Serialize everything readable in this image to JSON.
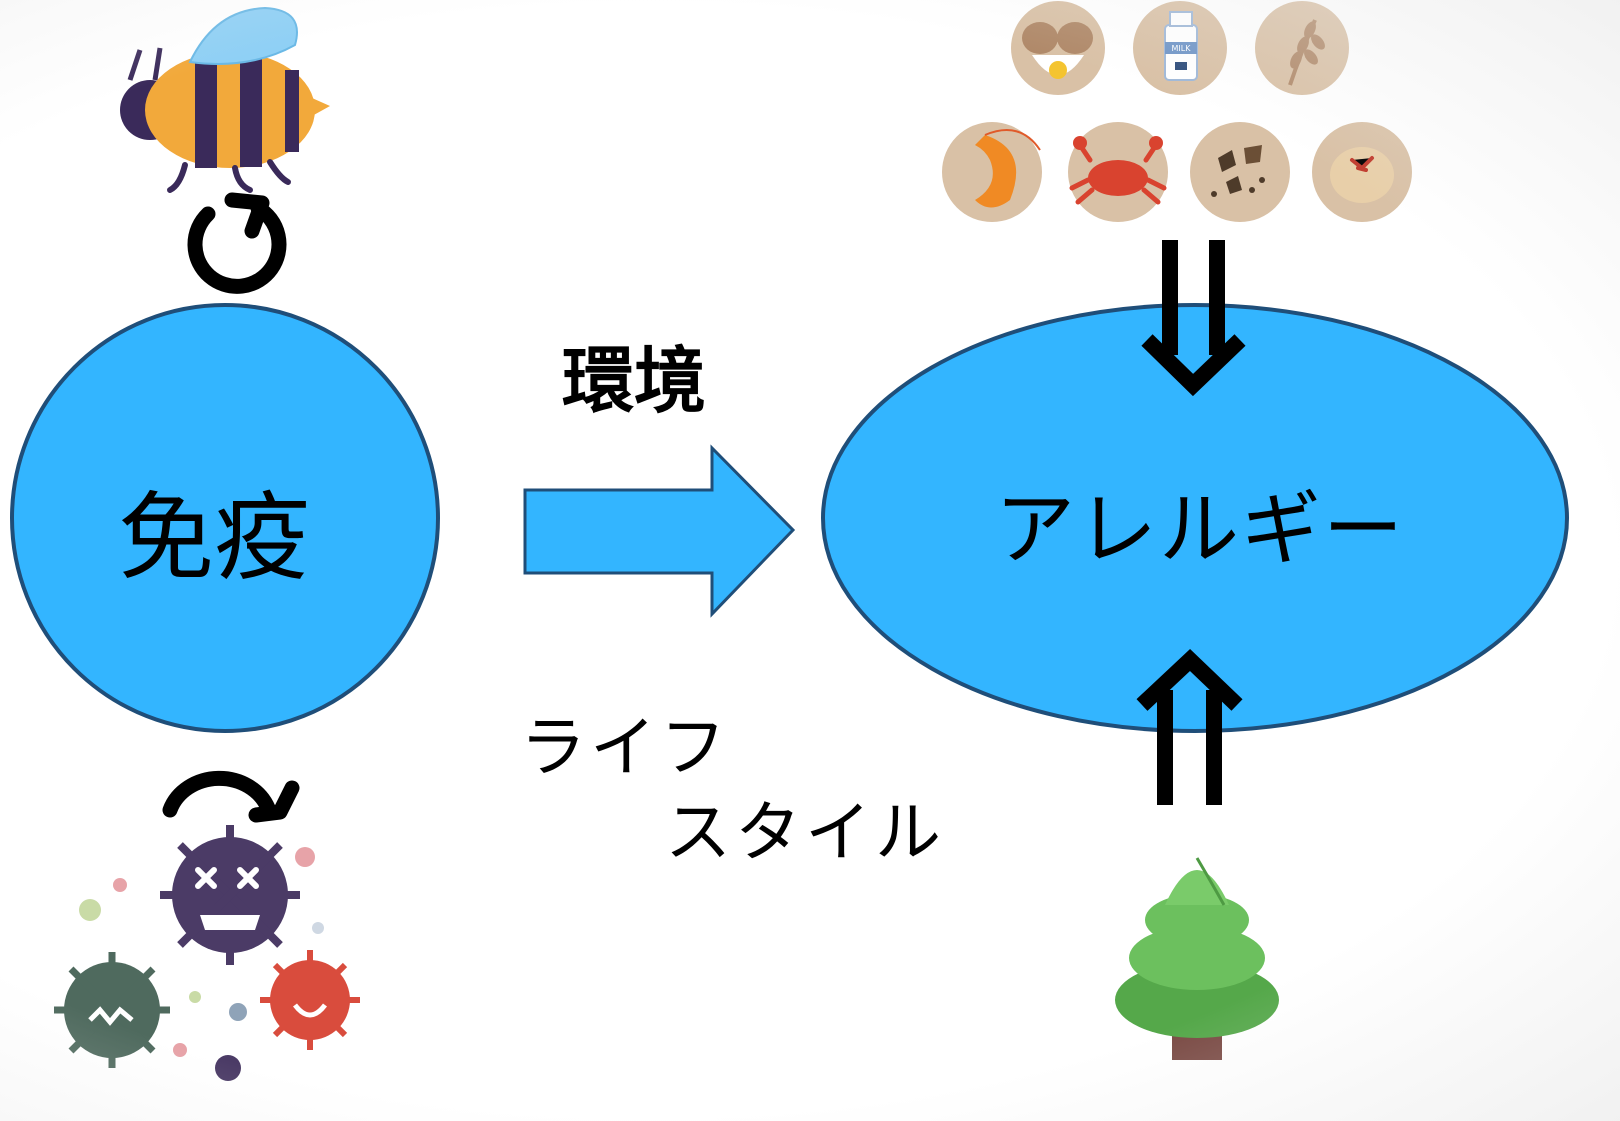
{
  "nodes": {
    "immune": {
      "label": "免疫"
    },
    "allergy": {
      "label": "アレルギー"
    }
  },
  "arrow_labels": {
    "environment": "環境",
    "lifestyle_line1": "ライフ",
    "lifestyle_line2": "スタイル"
  },
  "food_allergens": {
    "milk_carton_text": "MILK",
    "icons": [
      "egg-icon",
      "milk-icon",
      "wheat-icon",
      "shrimp-icon",
      "crab-icon",
      "buckwheat-icon",
      "peanut-icon"
    ]
  },
  "colors": {
    "node_fill": "#33b5ff",
    "node_stroke": "#1f4e79",
    "arrow_fill": "#33b5ff",
    "icon_background": "#d9c1a6"
  }
}
